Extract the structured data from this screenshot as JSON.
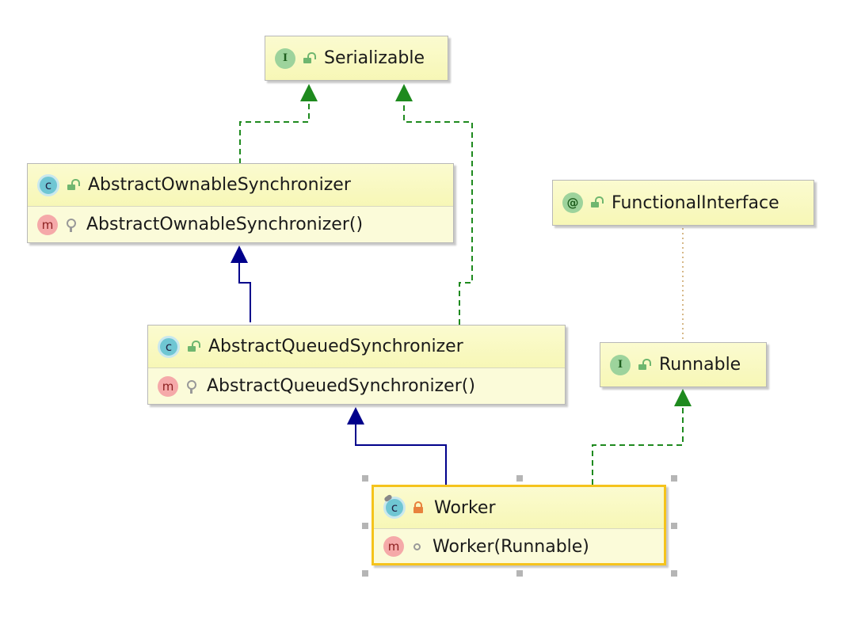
{
  "diagram": {
    "nodes": {
      "serializable": {
        "kind": "interface",
        "kind_glyph": "I",
        "visibility": "public",
        "name": "Serializable"
      },
      "aos": {
        "kind": "class",
        "kind_glyph": "c",
        "visibility": "public",
        "name": "AbstractOwnableSynchronizer",
        "member": {
          "kind_glyph": "m",
          "visibility": "protected",
          "label": "AbstractOwnableSynchronizer()"
        }
      },
      "functional": {
        "kind": "annotation",
        "kind_glyph": "@",
        "visibility": "public",
        "name": "FunctionalInterface"
      },
      "aqs": {
        "kind": "class",
        "kind_glyph": "c",
        "visibility": "public",
        "name": "AbstractQueuedSynchronizer",
        "member": {
          "kind_glyph": "m",
          "visibility": "protected",
          "label": "AbstractQueuedSynchronizer()"
        }
      },
      "runnable": {
        "kind": "interface",
        "kind_glyph": "I",
        "visibility": "public",
        "name": "Runnable"
      },
      "worker": {
        "kind": "final-class",
        "kind_glyph": "c",
        "visibility": "private",
        "name": "Worker",
        "selected": true,
        "member": {
          "kind_glyph": "m",
          "visibility": "package",
          "label": "Worker(Runnable)"
        }
      }
    },
    "edges": [
      {
        "from": "aos",
        "to": "serializable",
        "type": "implements"
      },
      {
        "from": "aqs",
        "to": "serializable",
        "type": "implements"
      },
      {
        "from": "aqs",
        "to": "aos",
        "type": "extends"
      },
      {
        "from": "worker",
        "to": "aqs",
        "type": "extends"
      },
      {
        "from": "worker",
        "to": "runnable",
        "type": "implements"
      },
      {
        "from": "runnable",
        "to": "functional",
        "type": "annotated-by"
      }
    ],
    "colors": {
      "extends": "#00008b",
      "implements": "#1e8a1e",
      "annotation_link": "#c8a060",
      "node_fill": "#fbfbd9",
      "selection": "#f5c31c"
    }
  }
}
